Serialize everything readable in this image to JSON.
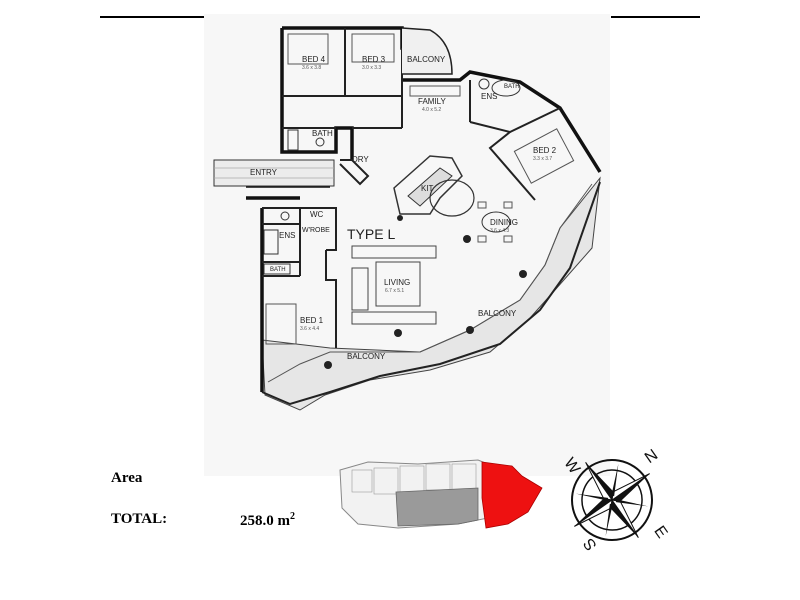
{
  "plan": {
    "type_label": "TYPE L",
    "rooms": {
      "bed4": {
        "name": "BED 4",
        "dim": "3.6 x 3.8"
      },
      "bed3": {
        "name": "BED 3",
        "dim": "3.0 x 3.3"
      },
      "balcony_top": {
        "name": "BALCONY"
      },
      "family": {
        "name": "FAMILY",
        "dim": "4.0 x 5.2"
      },
      "ens_top": {
        "name": "ENS"
      },
      "bath_top": {
        "name": "BATH"
      },
      "bath": {
        "name": "BATH"
      },
      "bed2": {
        "name": "BED 2",
        "dim": "3.3 x 3.7"
      },
      "dry": {
        "name": "DRY"
      },
      "kit": {
        "name": "KIT"
      },
      "entry": {
        "name": "ENTRY"
      },
      "wc": {
        "name": "WC"
      },
      "wrobe": {
        "name": "W'ROBE"
      },
      "ens": {
        "name": "ENS"
      },
      "bath_small": {
        "name": "BATH"
      },
      "dining": {
        "name": "DINING",
        "dim": "3.6 x 4.3"
      },
      "living": {
        "name": "LIVING",
        "dim": "6.7 x 5.1"
      },
      "bed1": {
        "name": "BED 1",
        "dim": "3.6 x 4.4"
      },
      "balcony_right": {
        "name": "BALCONY"
      },
      "balcony_bottom": {
        "name": "BALCONY"
      }
    }
  },
  "area": {
    "title": "Area",
    "total_label": "TOTAL:",
    "total_value": "258.0 m",
    "total_unit_sup": "2"
  },
  "keyplan": {
    "highlight_color": "#ee1111"
  },
  "compass": {
    "n": "N",
    "e": "E",
    "s": "S",
    "w": "W"
  }
}
